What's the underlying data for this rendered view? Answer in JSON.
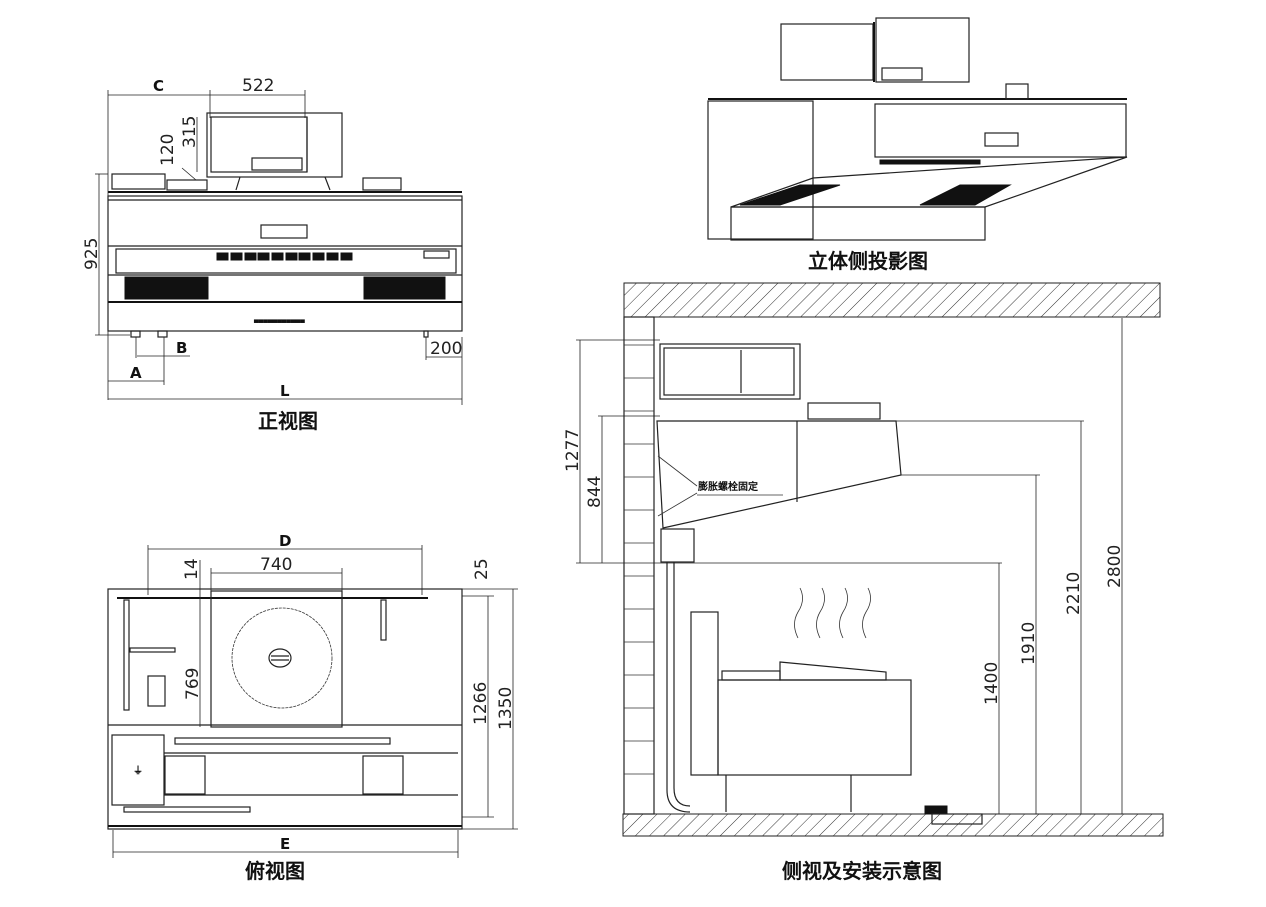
{
  "views": {
    "front": {
      "caption": "正视图",
      "dims": {
        "C": "C",
        "w522": "522",
        "h315": "315",
        "h120": "120",
        "h925": "925",
        "A": "A",
        "B": "B",
        "w200": "200",
        "L": "L"
      }
    },
    "top": {
      "caption": "俯视图",
      "dims": {
        "D": "D",
        "w740": "740",
        "w14": "14",
        "w25": "25",
        "h769": "769",
        "h1266": "1266",
        "h1350": "1350",
        "E": "E"
      }
    },
    "iso": {
      "caption": "立体侧投影图"
    },
    "side": {
      "caption": "侧视及安装示意图",
      "note": "膨胀螺栓固定",
      "dims": {
        "h1277": "1277",
        "h844": "844",
        "h1400": "1400",
        "h1910": "1910",
        "h2210": "2210",
        "h2800": "2800"
      }
    }
  }
}
